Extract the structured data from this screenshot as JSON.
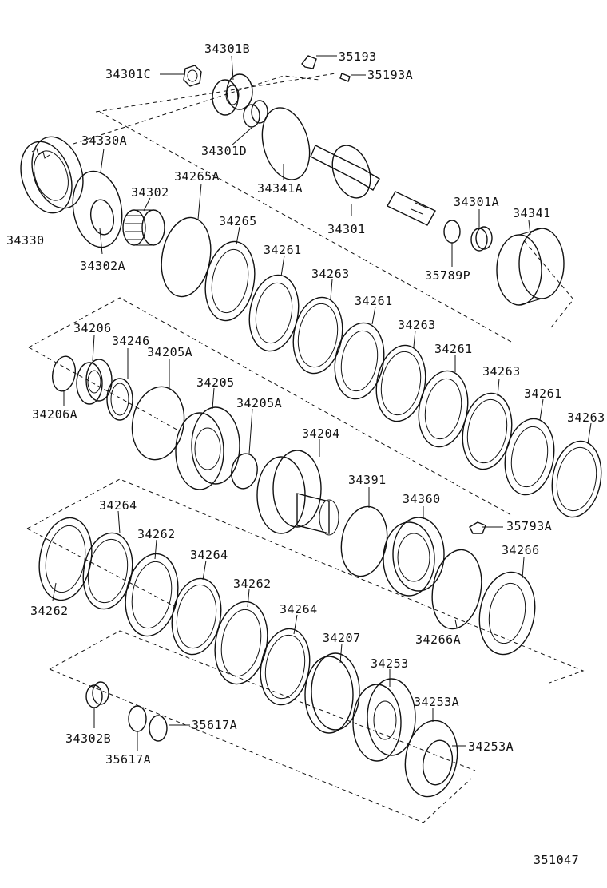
{
  "diagram": {
    "footer_code": "351047",
    "parts": [
      {
        "id": "p01",
        "number": "34301B"
      },
      {
        "id": "p02",
        "number": "35193"
      },
      {
        "id": "p03",
        "number": "34301C"
      },
      {
        "id": "p04",
        "number": "35193A"
      },
      {
        "id": "p05",
        "number": "34330A"
      },
      {
        "id": "p06",
        "number": "34301D"
      },
      {
        "id": "p07",
        "number": "34341A"
      },
      {
        "id": "p08",
        "number": "34265A"
      },
      {
        "id": "p09",
        "number": "34302"
      },
      {
        "id": "p10",
        "number": "34301A"
      },
      {
        "id": "p11",
        "number": "34341"
      },
      {
        "id": "p12",
        "number": "34265"
      },
      {
        "id": "p13",
        "number": "34301"
      },
      {
        "id": "p14",
        "number": "34330"
      },
      {
        "id": "p15",
        "number": "34302A"
      },
      {
        "id": "p16",
        "number": "34261"
      },
      {
        "id": "p17",
        "number": "35789P"
      },
      {
        "id": "p18",
        "number": "34263"
      },
      {
        "id": "p19",
        "number": "34261"
      },
      {
        "id": "p20",
        "number": "34206"
      },
      {
        "id": "p21",
        "number": "34263"
      },
      {
        "id": "p22",
        "number": "34246"
      },
      {
        "id": "p23",
        "number": "34205A"
      },
      {
        "id": "p24",
        "number": "34261"
      },
      {
        "id": "p25",
        "number": "34263"
      },
      {
        "id": "p26",
        "number": "34205"
      },
      {
        "id": "p27",
        "number": "34261"
      },
      {
        "id": "p28",
        "number": "34263"
      },
      {
        "id": "p29",
        "number": "34206A"
      },
      {
        "id": "p30",
        "number": "34205A"
      },
      {
        "id": "p31",
        "number": "34204"
      },
      {
        "id": "p32",
        "number": "34391"
      },
      {
        "id": "p33",
        "number": "34360"
      },
      {
        "id": "p34",
        "number": "34264"
      },
      {
        "id": "p35",
        "number": "35793A"
      },
      {
        "id": "p36",
        "number": "34262"
      },
      {
        "id": "p37",
        "number": "34266"
      },
      {
        "id": "p38",
        "number": "34264"
      },
      {
        "id": "p39",
        "number": "34262"
      },
      {
        "id": "p40",
        "number": "34262"
      },
      {
        "id": "p41",
        "number": "34264"
      },
      {
        "id": "p42",
        "number": "34207"
      },
      {
        "id": "p43",
        "number": "34266A"
      },
      {
        "id": "p44",
        "number": "34253"
      },
      {
        "id": "p45",
        "number": "34253A"
      },
      {
        "id": "p46",
        "number": "35617A"
      },
      {
        "id": "p47",
        "number": "34302B"
      },
      {
        "id": "p48",
        "number": "34253A"
      },
      {
        "id": "p49",
        "number": "35617A"
      }
    ]
  }
}
